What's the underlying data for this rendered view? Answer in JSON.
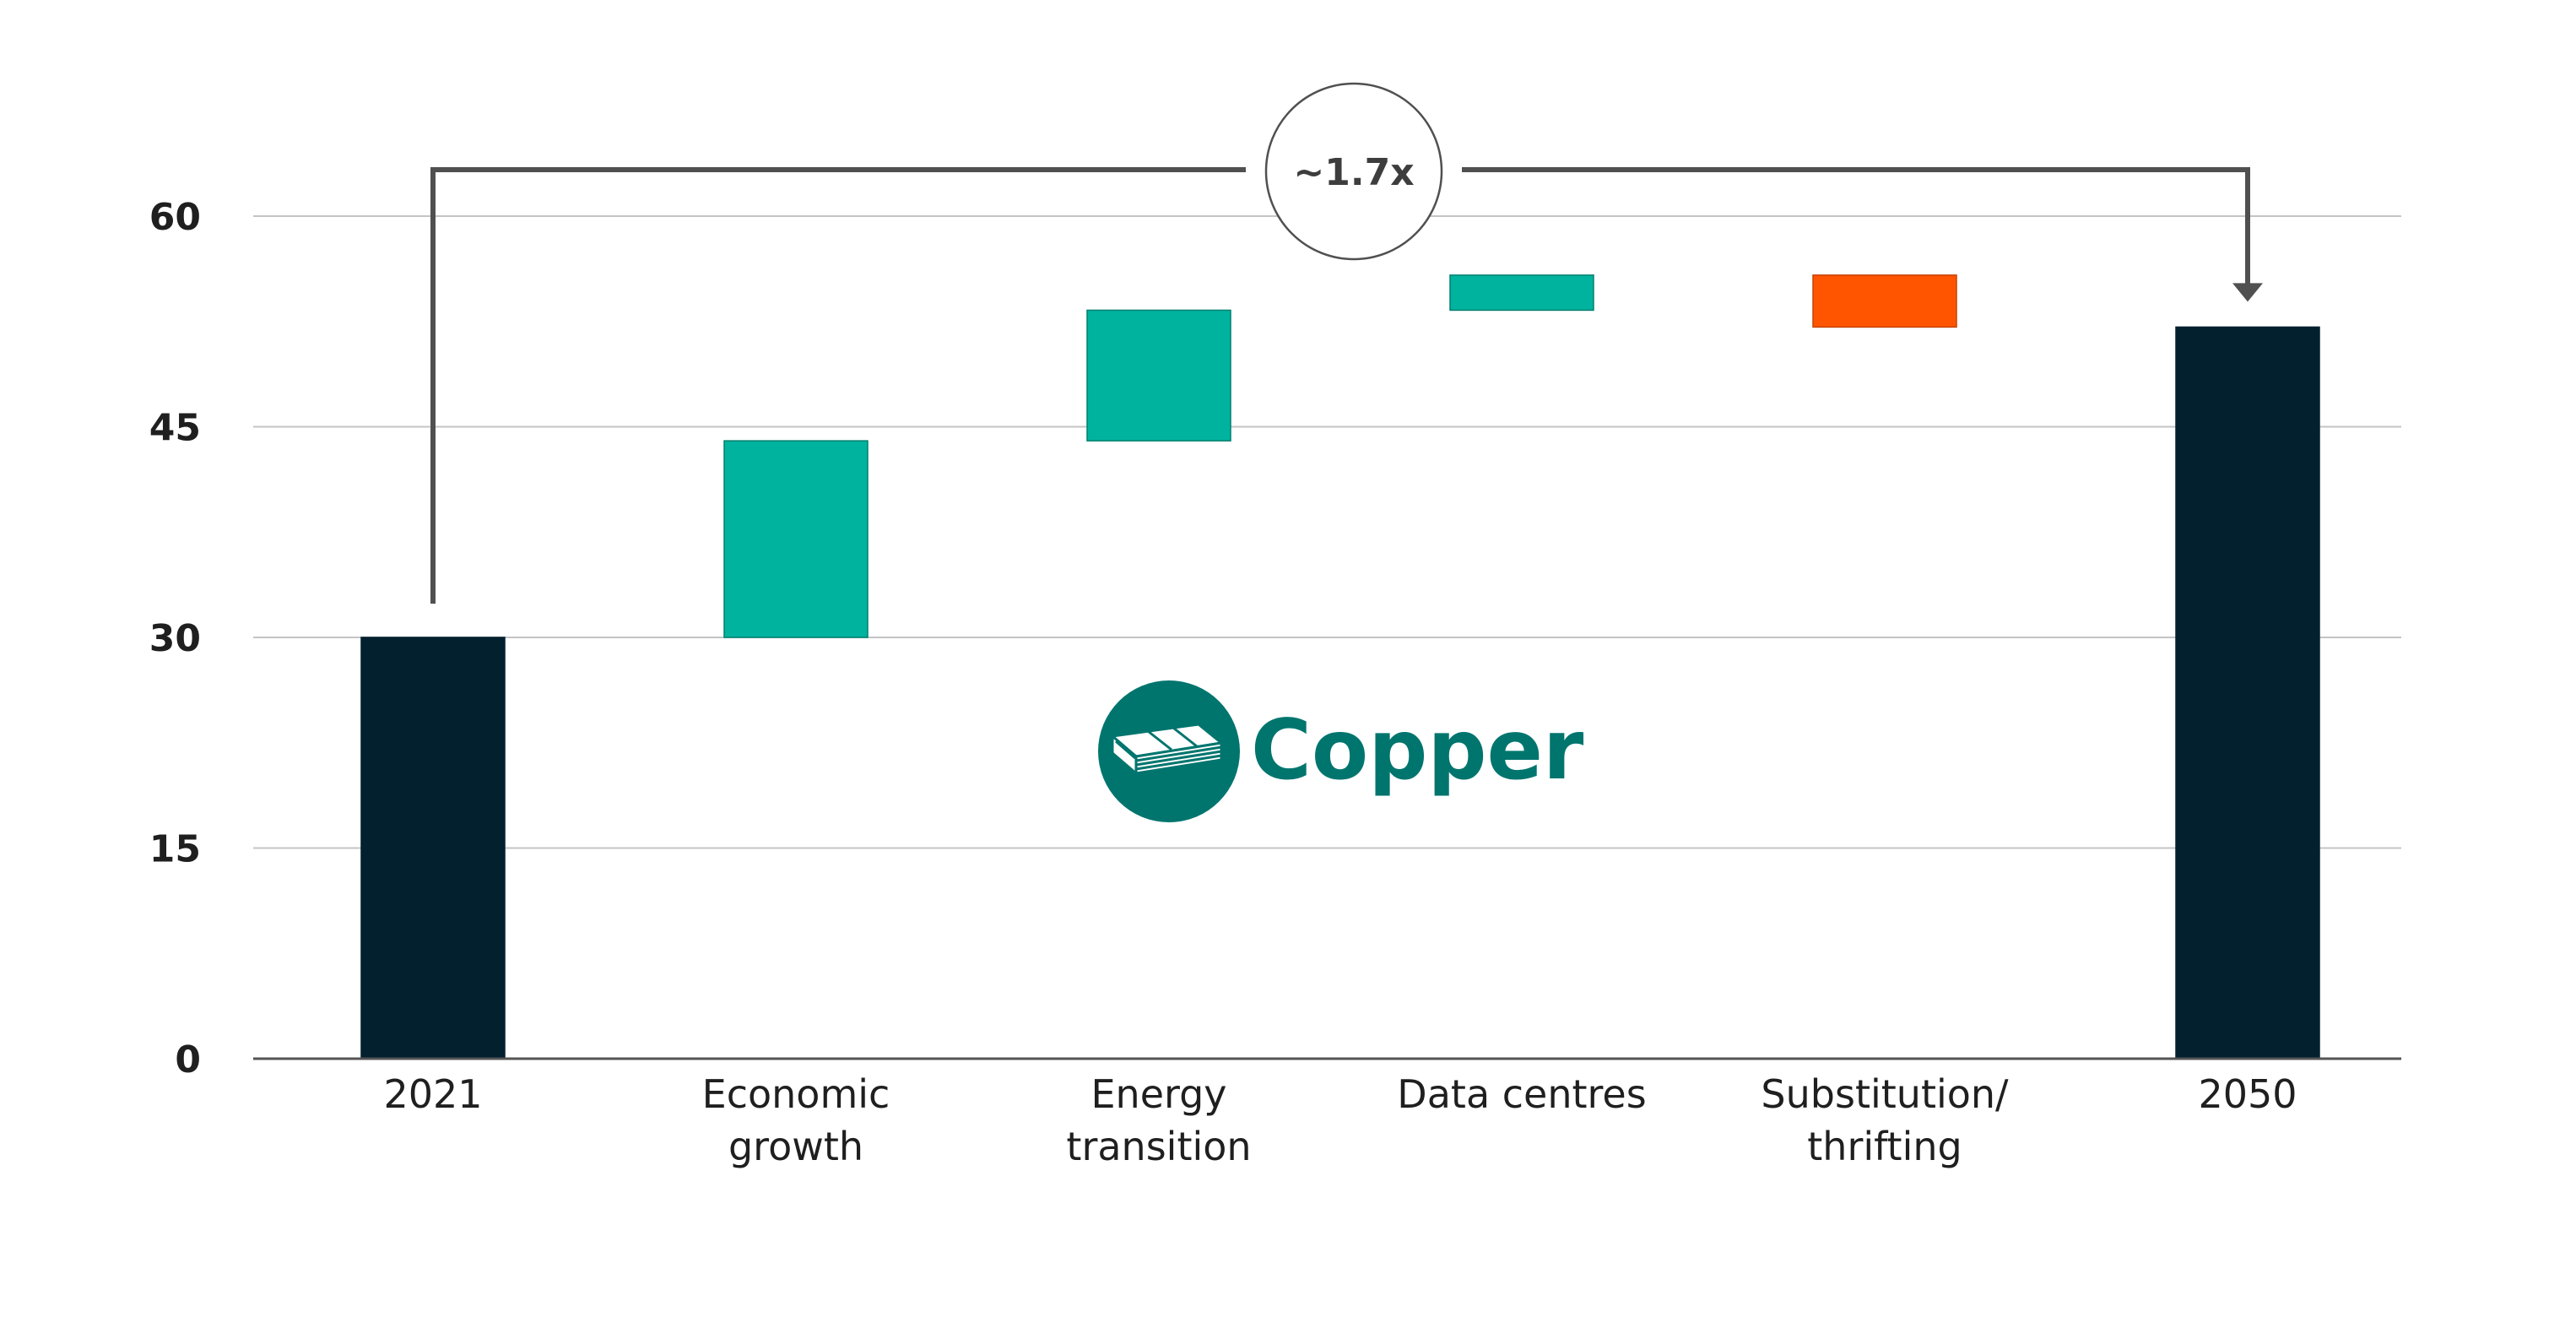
{
  "chart_data": {
    "type": "bar",
    "subtype": "waterfall",
    "title": "",
    "xlabel": "",
    "ylabel": "",
    "ylim": [
      0,
      60
    ],
    "yticks": [
      "0",
      "15",
      "30",
      "45",
      "60"
    ],
    "grid": true,
    "categories": [
      [
        "2021"
      ],
      [
        "Economic",
        "growth"
      ],
      [
        "Energy",
        "transition"
      ],
      [
        "Data centres"
      ],
      [
        "Substitution/",
        "thrifting"
      ],
      [
        "2050"
      ]
    ],
    "bars": [
      {
        "kind": "total",
        "start": 0,
        "end": 30,
        "color": "#03202f"
      },
      {
        "kind": "increase",
        "start": 30,
        "end": 44,
        "color": "#00b39f"
      },
      {
        "kind": "increase",
        "start": 44,
        "end": 53.3,
        "color": "#00b39f"
      },
      {
        "kind": "increase",
        "start": 53.3,
        "end": 55.8,
        "color": "#00b39f"
      },
      {
        "kind": "decrease",
        "start": 55.8,
        "end": 52.1,
        "color": "#ff5500"
      },
      {
        "kind": "total",
        "start": 0,
        "end": 52.1,
        "color": "#03202f"
      }
    ],
    "annotation": {
      "text": "~1.7x",
      "from_category": 0,
      "to_category": 5
    }
  },
  "logo": {
    "text": "Copper",
    "color": "#00756e",
    "icon": "copper-sheets-icon"
  }
}
